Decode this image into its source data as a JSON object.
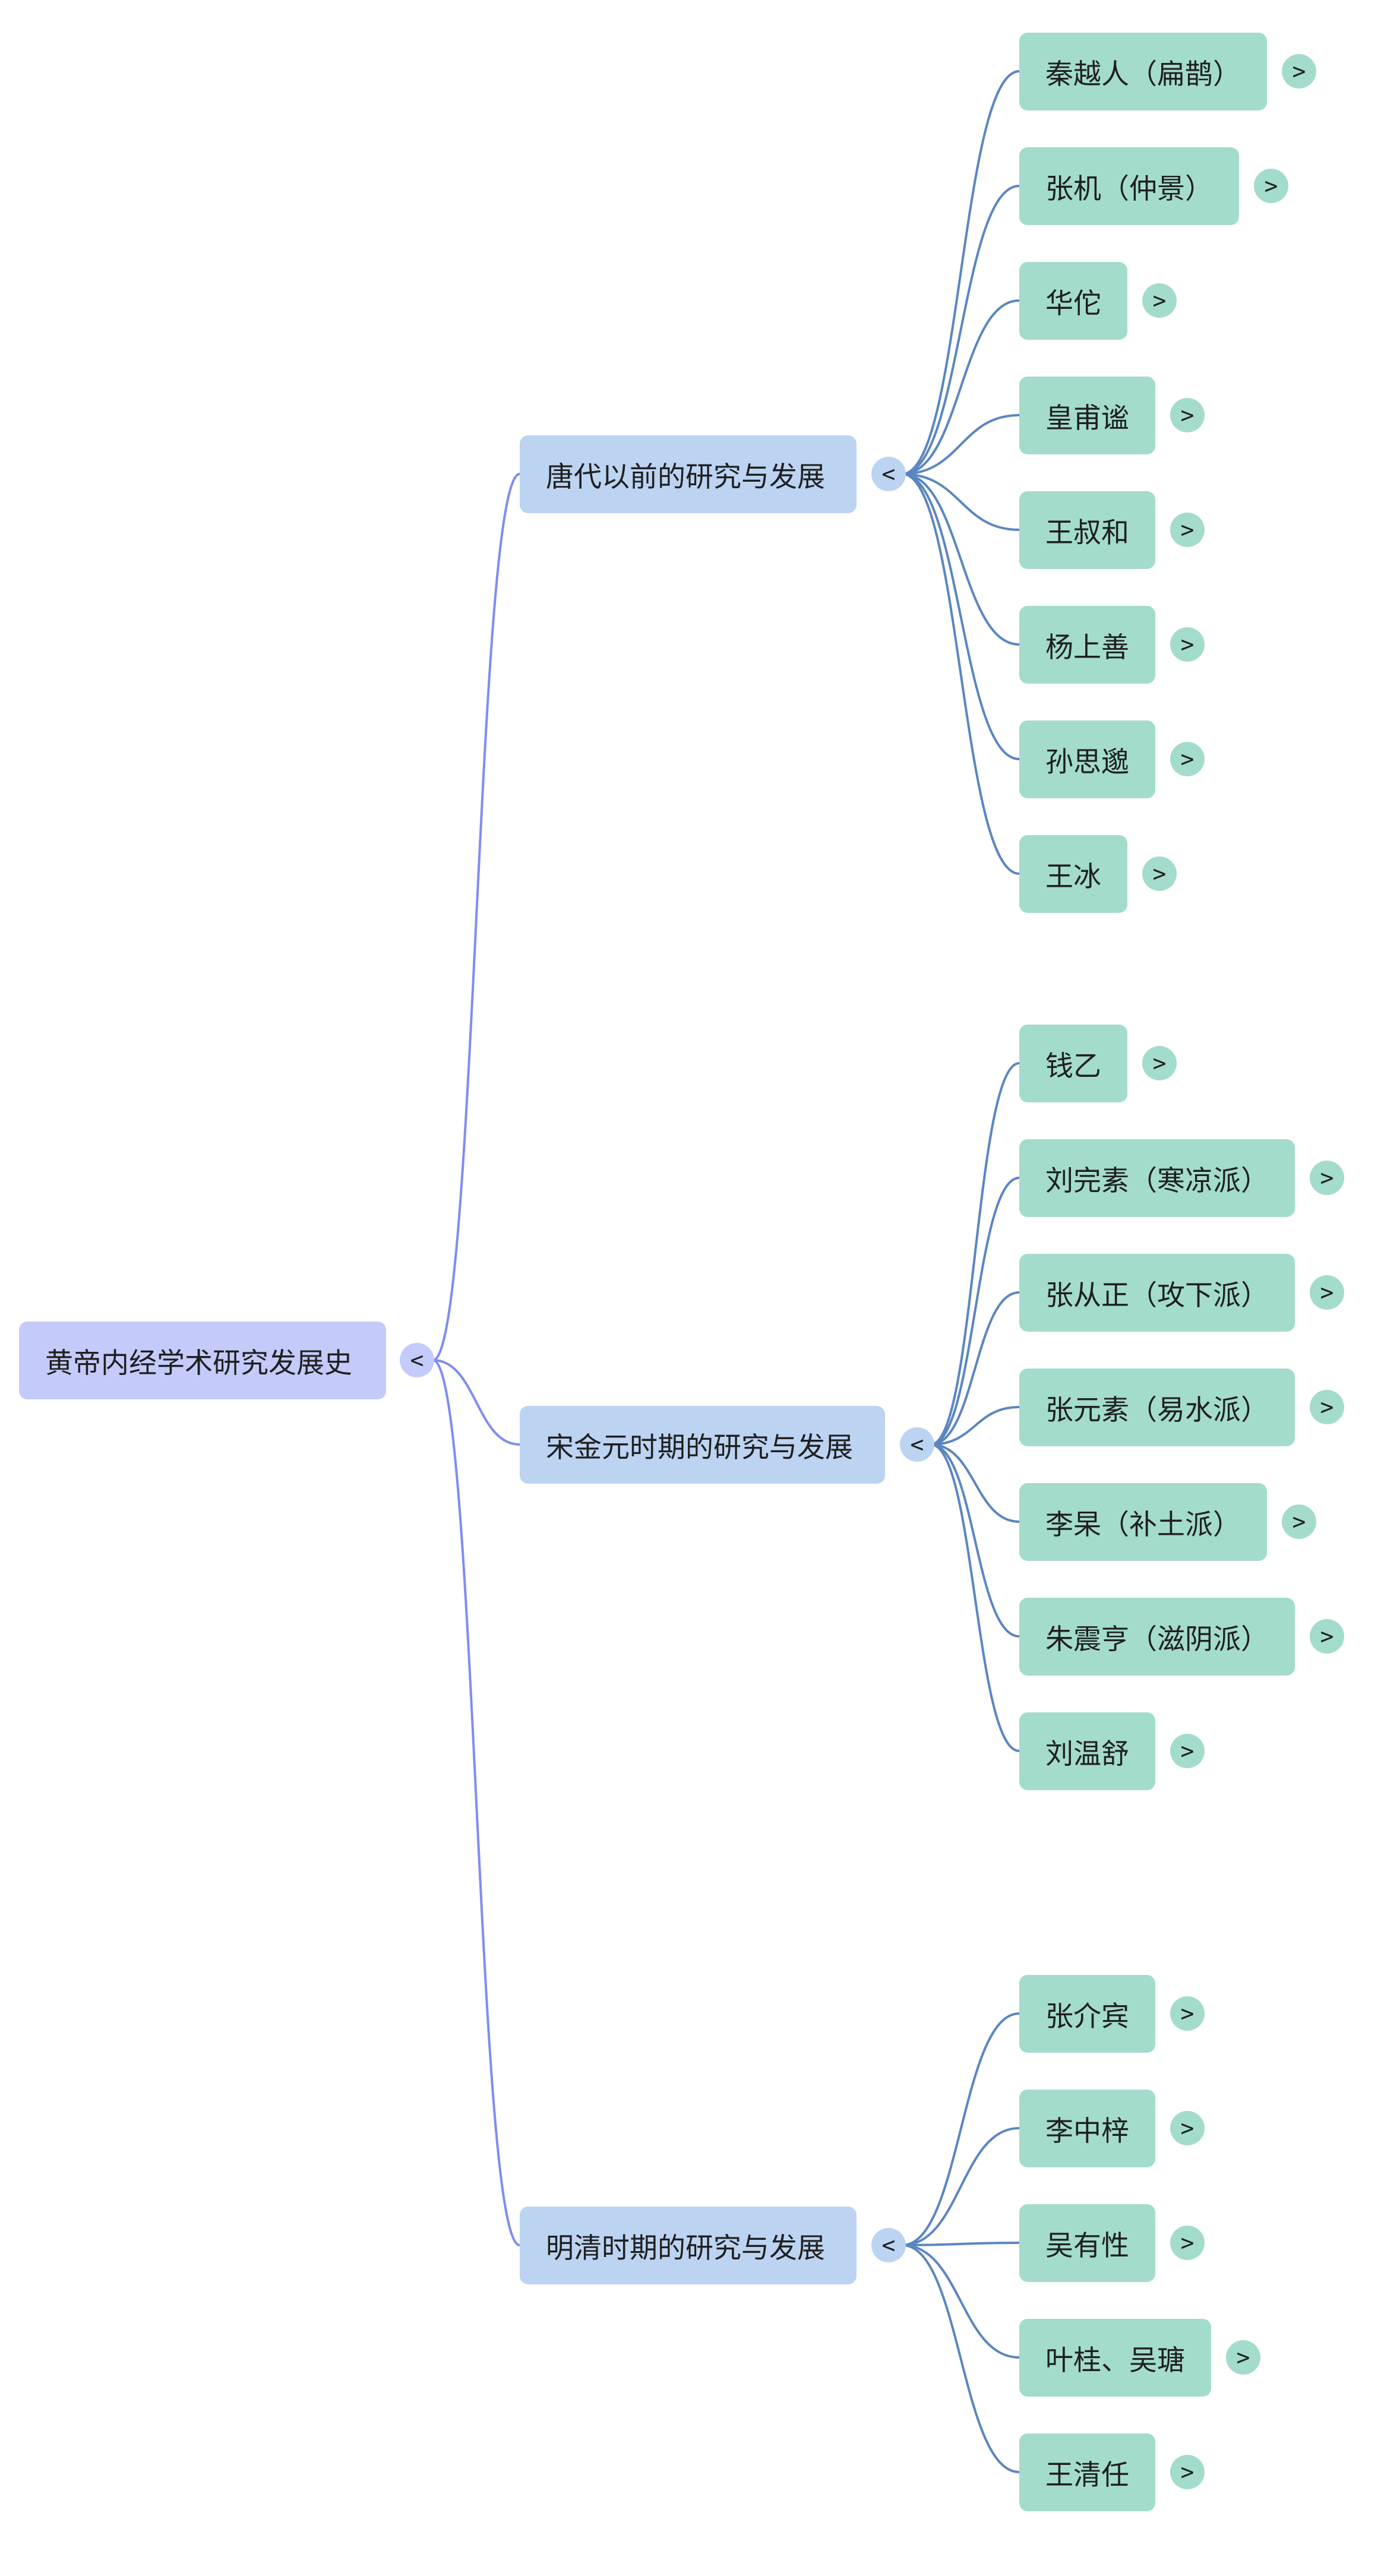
{
  "root": {
    "label": "黄帝内经学术研究发展史",
    "toggle": "<"
  },
  "branches": [
    {
      "label": "唐代以前的研究与发展",
      "toggle": "<",
      "children": [
        {
          "label": "秦越人（扁鹊）",
          "toggle": ">"
        },
        {
          "label": "张机（仲景）",
          "toggle": ">"
        },
        {
          "label": "华佗",
          "toggle": ">"
        },
        {
          "label": "皇甫谧",
          "toggle": ">"
        },
        {
          "label": "王叔和",
          "toggle": ">"
        },
        {
          "label": "杨上善",
          "toggle": ">"
        },
        {
          "label": "孙思邈",
          "toggle": ">"
        },
        {
          "label": "王冰",
          "toggle": ">"
        }
      ]
    },
    {
      "label": "宋金元时期的研究与发展",
      "toggle": "<",
      "children": [
        {
          "label": "钱乙",
          "toggle": ">"
        },
        {
          "label": "刘完素（寒凉派）",
          "toggle": ">"
        },
        {
          "label": "张从正（攻下派）",
          "toggle": ">"
        },
        {
          "label": "张元素（易水派）",
          "toggle": ">"
        },
        {
          "label": "李杲（补土派）",
          "toggle": ">"
        },
        {
          "label": "朱震亨（滋阴派）",
          "toggle": ">"
        },
        {
          "label": "刘温舒",
          "toggle": ">"
        }
      ]
    },
    {
      "label": "明清时期的研究与发展",
      "toggle": "<",
      "children": [
        {
          "label": "张介宾",
          "toggle": ">"
        },
        {
          "label": "李中梓",
          "toggle": ">"
        },
        {
          "label": "吴有性",
          "toggle": ">"
        },
        {
          "label": "叶桂、吴瑭",
          "toggle": ">"
        },
        {
          "label": "王清任",
          "toggle": ">"
        }
      ]
    }
  ],
  "colors": {
    "root_fill": "#c4cbfa",
    "branch_fill": "#bcd4f2",
    "leaf_fill": "#a3dccc",
    "root_link": "#7f8cf0",
    "branch_link": "#5b86c0"
  }
}
